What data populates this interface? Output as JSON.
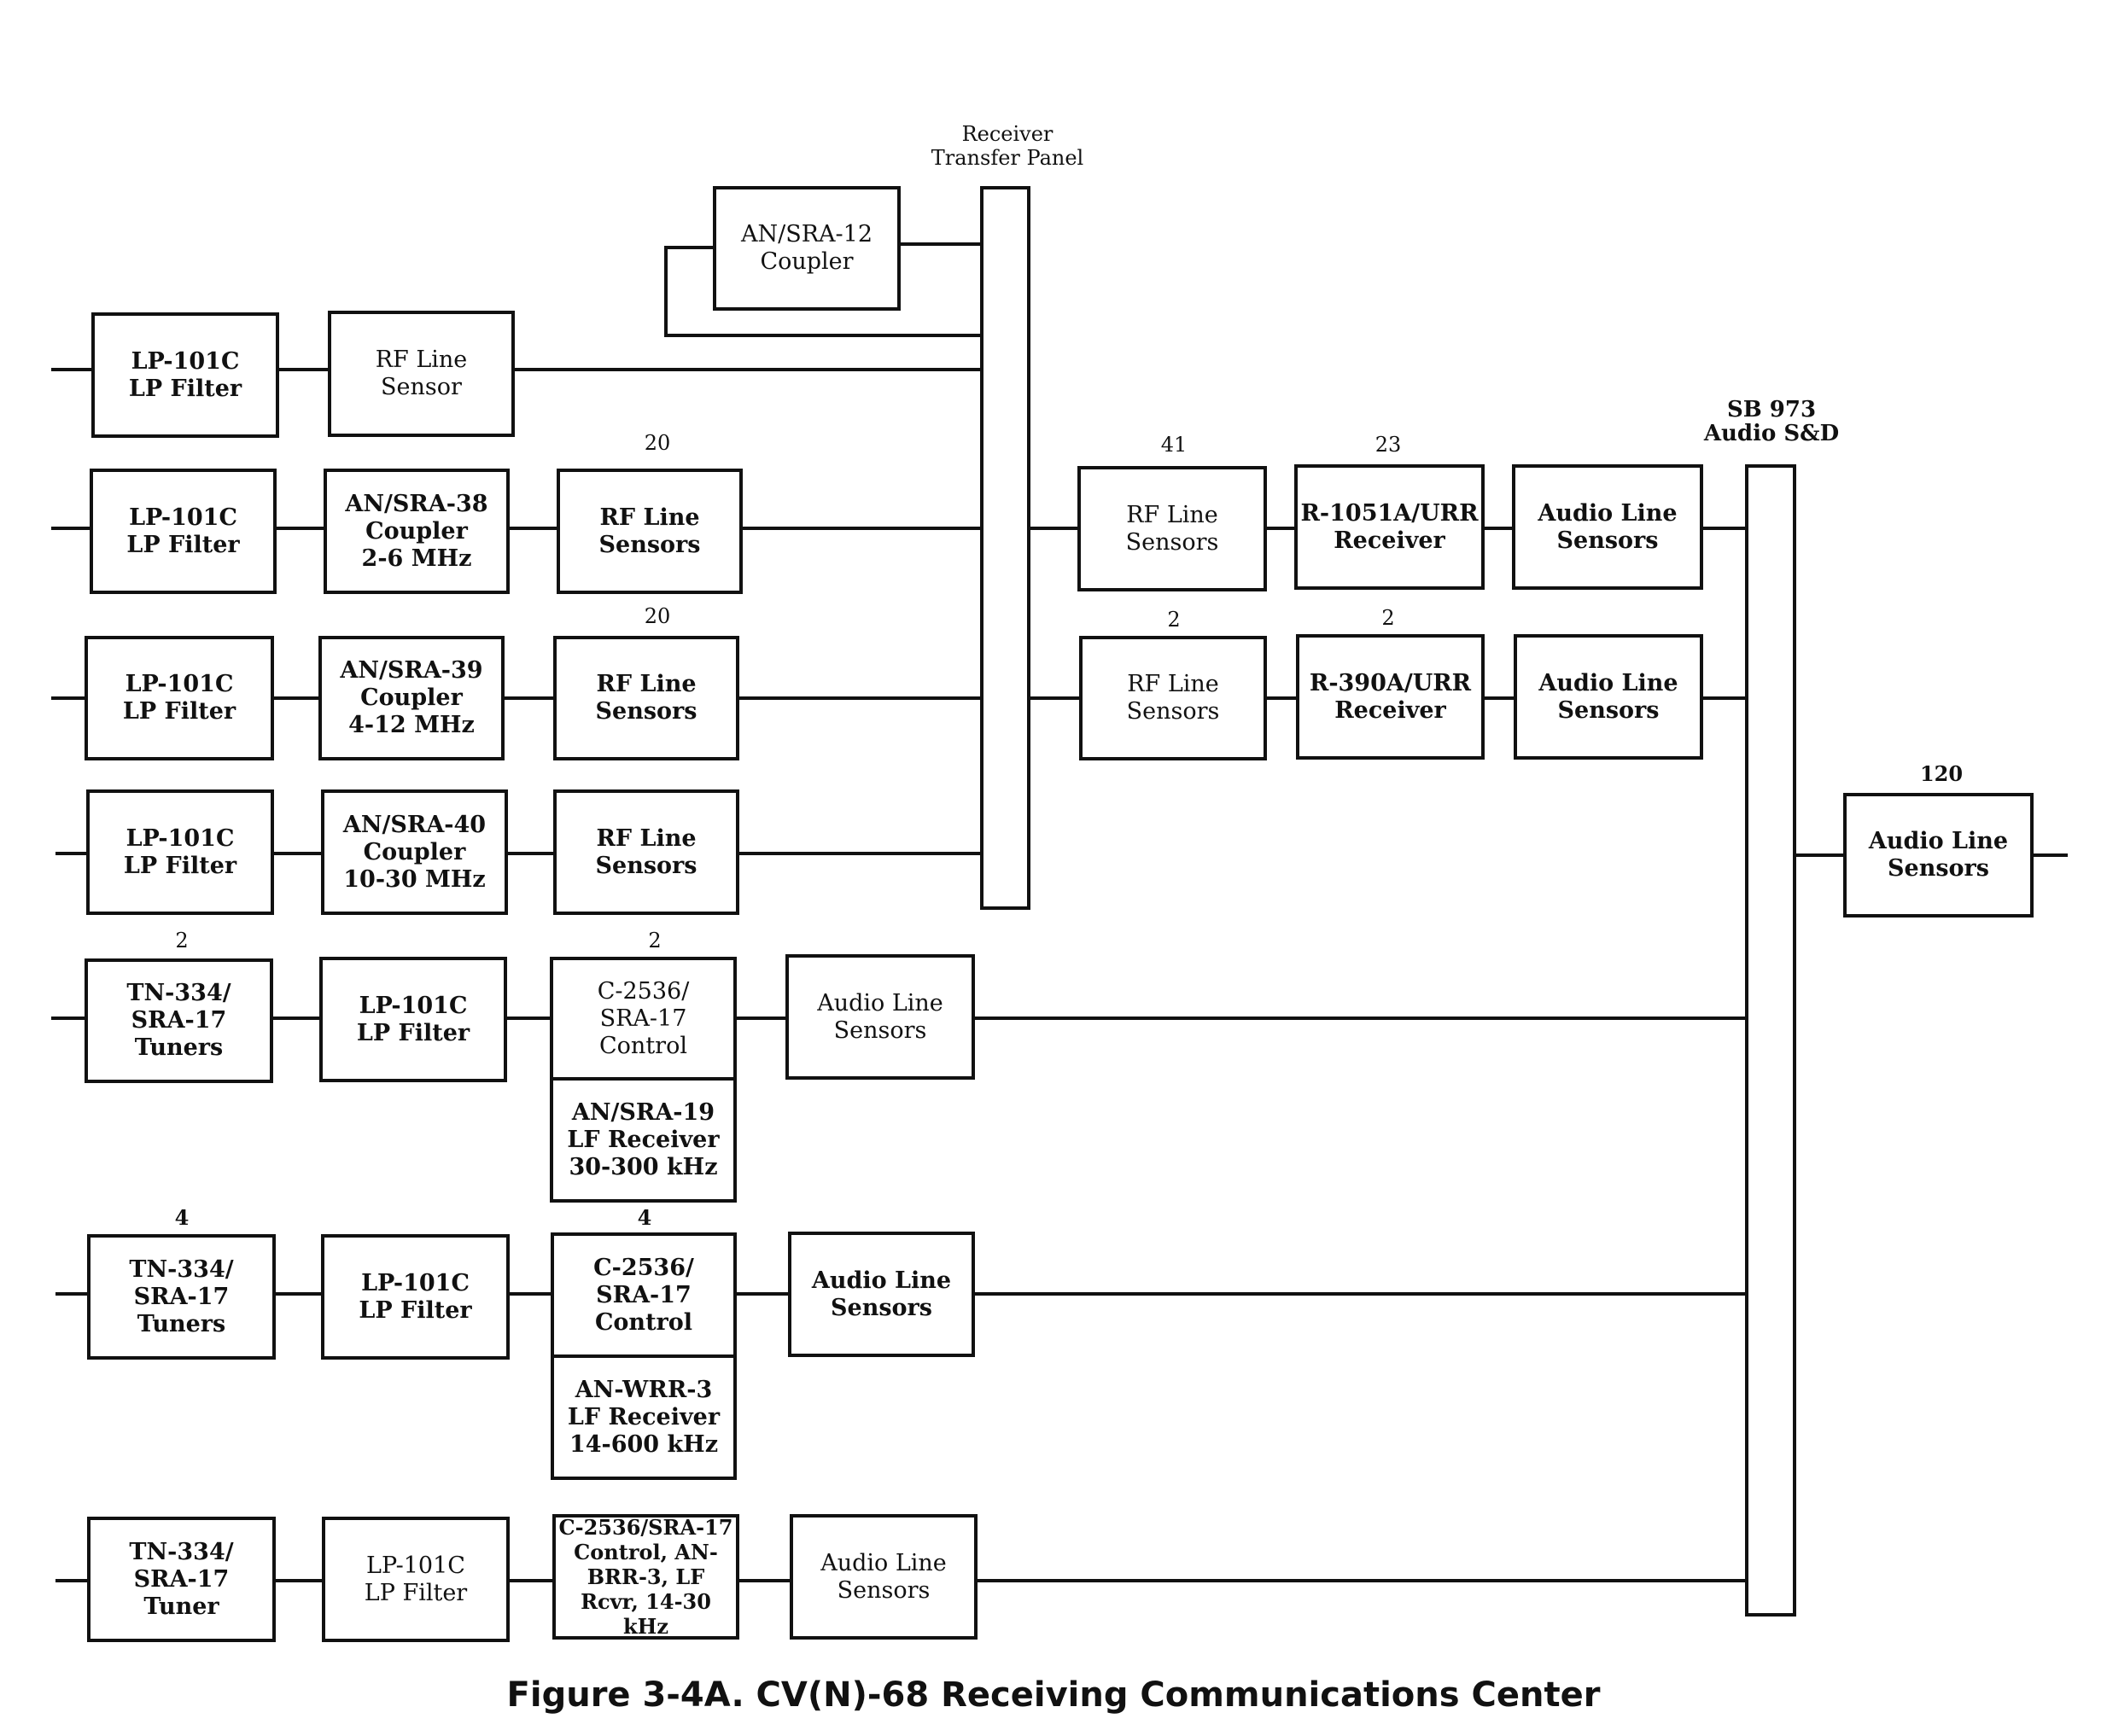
{
  "transfer_panel": {
    "label": "Receiver\nTransfer Panel"
  },
  "sb_panel": {
    "label": "SB 973\nAudio S&D"
  },
  "caption": "Figure 3-4A.   CV(N)-68 Receiving Communications Center",
  "boxes": {
    "sra12": "AN/SRA-12\nCoupler",
    "r1_filter": "LP-101C\nLP Filter",
    "r1_rf_sensor": "RF Line\nSensor",
    "r2_filter": "LP-101C\nLP Filter",
    "r2_coupler": "AN/SRA-38\nCoupler\n2-6 MHz",
    "r2_rf_sensors": "RF Line\nSensors",
    "r3_filter": "LP-101C\nLP Filter",
    "r3_coupler": "AN/SRA-39\nCoupler\n4-12 MHz",
    "r3_rf_sensors": "RF Line\nSensors",
    "r4_filter": "LP-101C\nLP Filter",
    "r4_coupler": "AN/SRA-40\nCoupler\n10-30 MHz",
    "r4_rf_sensors": "RF Line\nSensors",
    "m1_rf_sensors": "RF Line\nSensors",
    "m1_receiver": "R-1051A/URR\nReceiver",
    "m1_audio": "Audio Line\nSensors",
    "m2_rf_sensors": "RF Line\nSensors",
    "m2_receiver": "R-390A/URR\nReceiver",
    "m2_audio": "Audio Line\nSensors",
    "out_audio": "Audio Line\nSensors",
    "t1_tuners": "TN-334/\nSRA-17\nTuners",
    "t1_filter": "LP-101C\nLP Filter",
    "t1_control": "C-2536/\nSRA-17\nControl",
    "t1_receiver": "AN/SRA-19\nLF Receiver\n30-300 kHz",
    "t1_audio": "Audio Line\nSensors",
    "t2_tuners": "TN-334/\nSRA-17\nTuners",
    "t2_filter": "LP-101C\nLP Filter",
    "t2_control": "C-2536/\nSRA-17\nControl",
    "t2_receiver": "AN-WRR-3\nLF Receiver\n14-600 kHz",
    "t2_audio": "Audio Line\nSensors",
    "t3_tuner": "TN-334/\nSRA-17\nTuner",
    "t3_filter": "LP-101C\nLP Filter",
    "t3_control": "C-2536/SRA-17\nControl, AN-\nBRR-3, LF\nRcvr, 14-30 kHz",
    "t3_audio": "Audio Line\nSensors"
  },
  "counts": {
    "r2_rf": "20",
    "r3_rf": "20",
    "m1_rf": "41",
    "m1_rx": "23",
    "m2_rf": "2",
    "m2_rx": "2",
    "out": "120",
    "t1_tuners": "2",
    "t1_control": "2",
    "t2_tuners": "4",
    "t2_control": "4"
  }
}
